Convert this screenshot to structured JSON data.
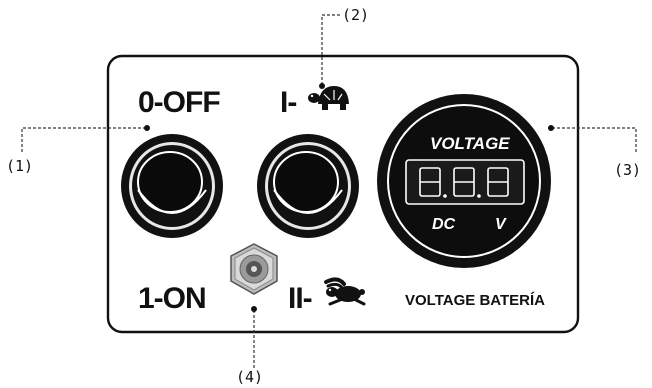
{
  "callouts": {
    "c1": "(1)",
    "c2": "(2)",
    "c3": "(3)",
    "c4": "(4)"
  },
  "labels": {
    "off": "0-OFF",
    "on": "1-ON",
    "speed1_prefix": "I-",
    "speed2_prefix": "II-",
    "voltage_bateria": "VOLTAGE BATERÍA"
  },
  "voltmeter": {
    "title": "VOLTAGE",
    "dc": "DC",
    "unit": "V"
  },
  "icons": {
    "slow": "turtle-icon",
    "fast": "rabbit-icon"
  },
  "colors": {
    "panel_border": "#111111",
    "ink": "#111111",
    "meter_face": "#0d0d0d",
    "meter_text": "#ffffff"
  }
}
